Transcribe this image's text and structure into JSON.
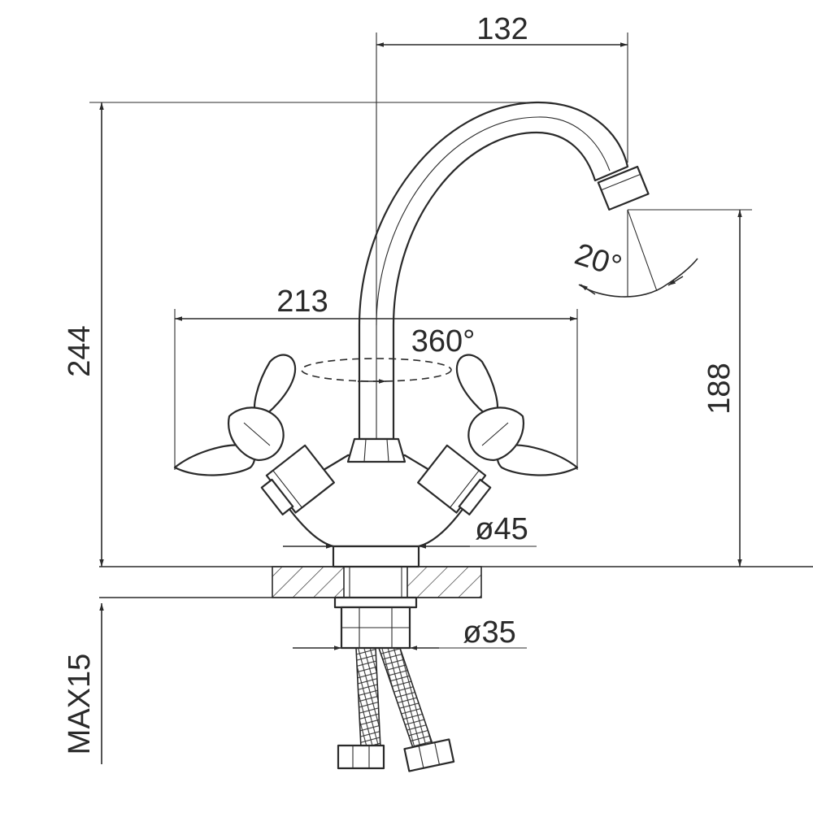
{
  "dimensions": {
    "spout_reach": "132",
    "total_height": "244",
    "handle_span": "213",
    "rotation": "360°",
    "spout_angle": "20°",
    "outlet_height": "188",
    "base_diameter": "ø45",
    "mount_diameter": "ø35",
    "max_counter_thickness": "MAX15"
  },
  "colors": {
    "line": "#2a2a2a",
    "background": "#ffffff"
  }
}
